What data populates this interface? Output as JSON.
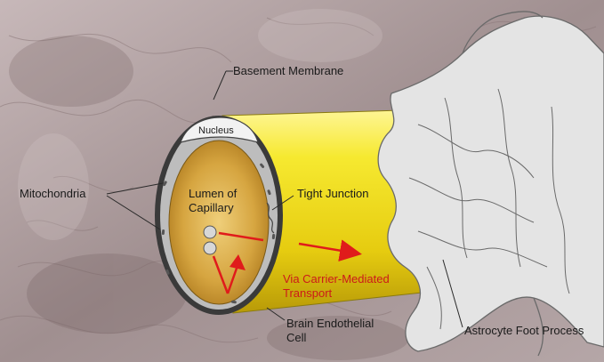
{
  "labels": {
    "basement_membrane": "Basement Membrane",
    "nucleus": "Nucleus",
    "mitochondria": "Mitochondria",
    "lumen_line1": "Lumen of",
    "lumen_line2": "Capillary",
    "tight_junction": "Tight Junction",
    "carrier_line1": "Via Carrier-Mediated",
    "carrier_line2": "Transport",
    "endothelial_line1": "Brain Endothelial",
    "endothelial_line2": "Cell",
    "astrocyte": "Astrocyte Foot Process"
  },
  "colors": {
    "background": "#a9999a",
    "capillary_yellow": "#f2e21b",
    "lumen_gold": "#c9962a",
    "wall_gray": "#bdbdbd",
    "wall_outline": "#3a3a3a",
    "astrocyte": "#e4e4e4",
    "arrow_red": "#e01b1b"
  }
}
